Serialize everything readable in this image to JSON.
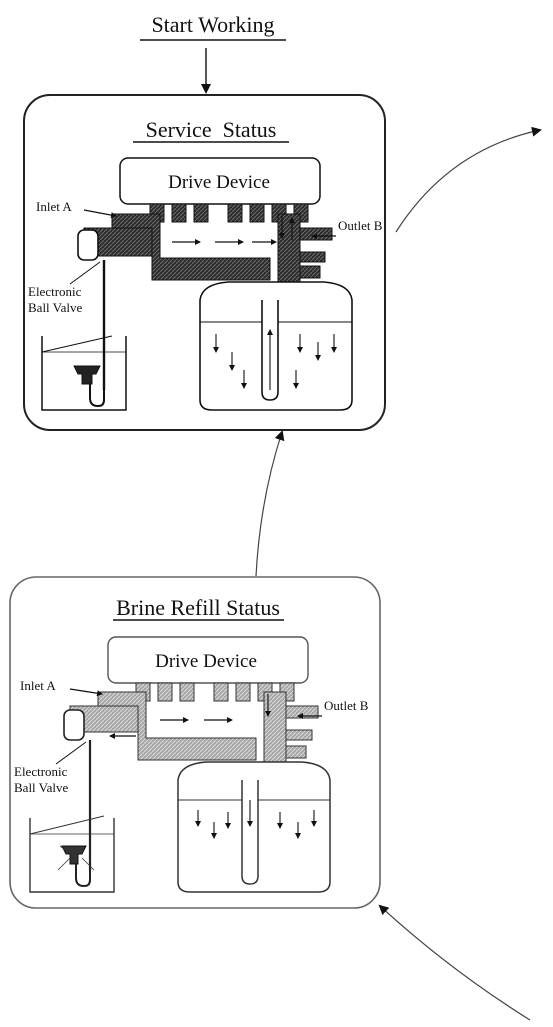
{
  "diagram": {
    "start_label": "Start Working",
    "service": {
      "title": "Service  Status",
      "drive_device": "Drive Device",
      "inlet": "Inlet A",
      "outlet": "Outlet B",
      "valve_line1": "Electronic",
      "valve_line2": "Ball Valve"
    },
    "brine": {
      "title": "Brine Refill Status",
      "drive_device": "Drive Device",
      "inlet": "Inlet A",
      "outlet": "Outlet B",
      "valve_line1": "Electronic",
      "valve_line2": "Ball Valve"
    },
    "colors": {
      "stroke": "#111111",
      "panel_stroke_service": "#222222",
      "panel_stroke_brine": "#666666",
      "pipe_dark": "#2a2a2a",
      "pipe_light": "#9a9a9a"
    }
  }
}
